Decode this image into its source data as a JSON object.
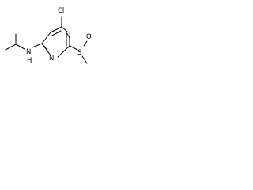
{
  "molecule": {
    "atoms": {
      "cl": "Cl",
      "n_top": "N",
      "n_bottom": "N",
      "nh": "N",
      "h": "H",
      "s": "S",
      "o": "O"
    }
  },
  "colors": {
    "line": "#000000",
    "text": "#000000",
    "background": "#ffffff"
  }
}
